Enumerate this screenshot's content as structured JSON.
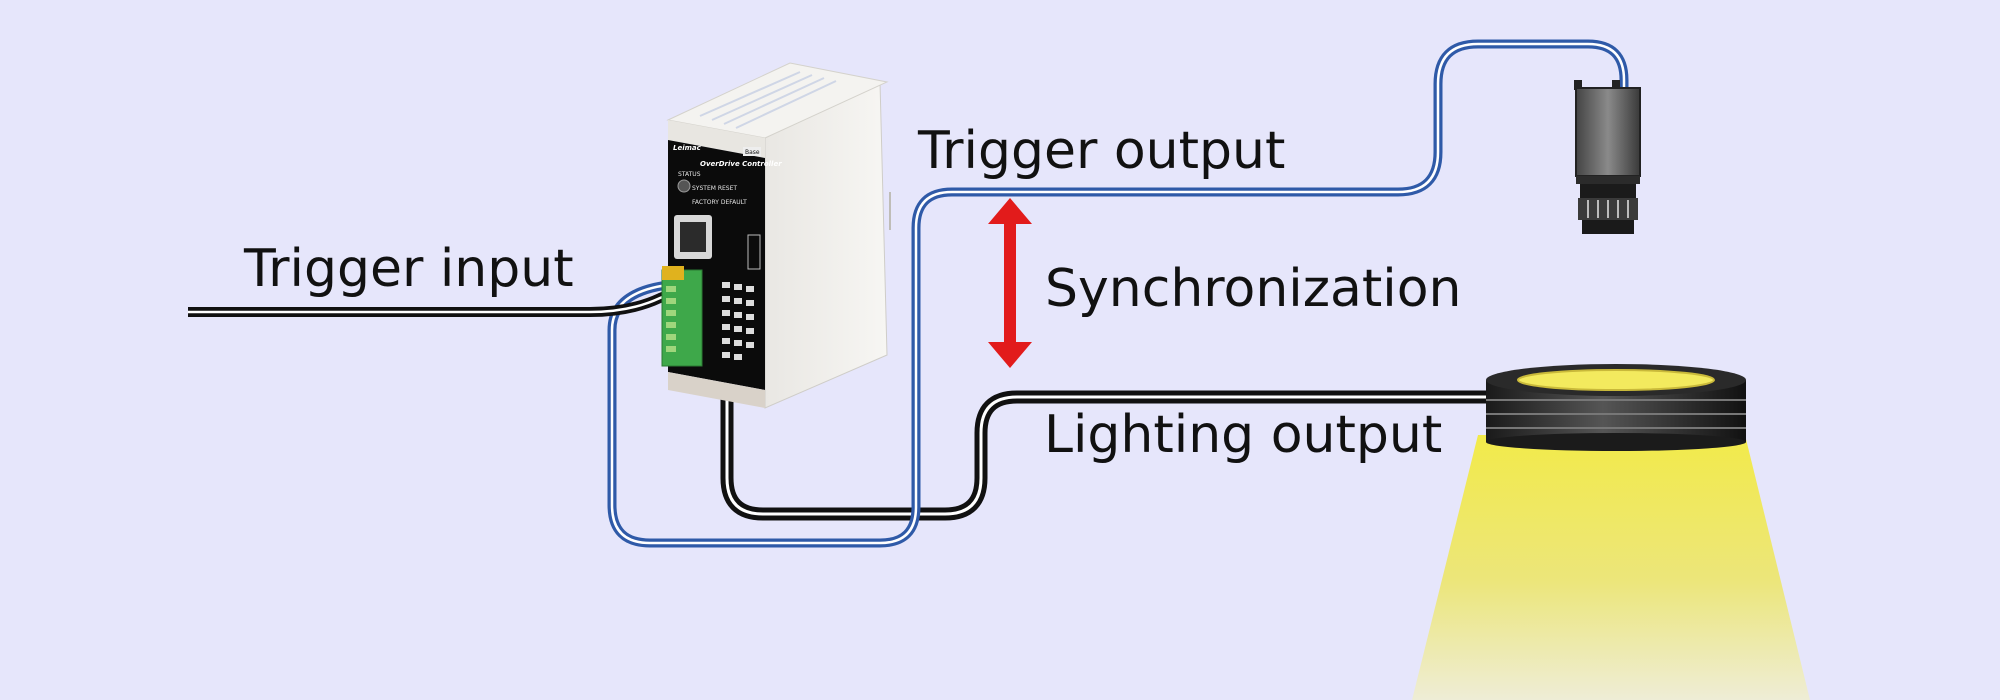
{
  "labels": {
    "trigger_input": "Trigger input",
    "trigger_output": "Trigger output",
    "synchronization": "Synchronization",
    "lighting_output": "Lighting output"
  },
  "controller": {
    "brand": "Leimac",
    "model": "OverDrive Controller",
    "badge": "Base",
    "status": "STATUS",
    "system_reset": "SYSTEM RESET",
    "factory_default": "FACTORY DEFAULT"
  },
  "colors": {
    "background": "#e6e6fb",
    "trigger_cable": "#2f5aa8",
    "lighting_cable": "#111111",
    "sync_arrow": "#e21b1b",
    "light_beam": "#f2ea4a"
  },
  "icons": {
    "camera": "camera-icon",
    "ring_light": "ring-light-icon",
    "controller": "controller-device-icon"
  }
}
